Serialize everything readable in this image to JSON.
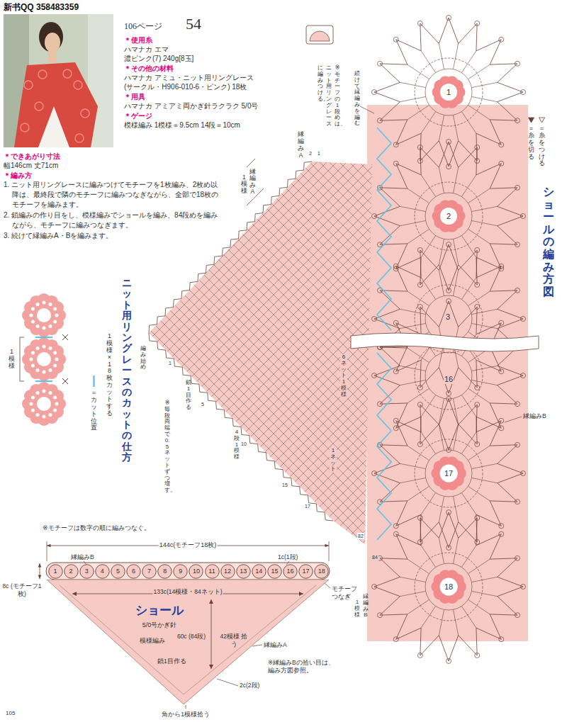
{
  "diagram": {
    "nodes": [
      {
        "text": [
          "1"
        ]
      },
      {
        "text": [
          "2"
        ]
      },
      {
        "text": [
          "17"
        ]
      },
      {
        "text": [
          "18"
        ]
      },
      {
        "text": [
          "1"
        ]
      },
      {
        "text": [
          "2"
        ]
      },
      {
        "text": [
          "3"
        ]
      },
      {
        "text": [
          "4"
        ]
      },
      {
        "text": [
          "5"
        ]
      },
      {
        "text": [
          "6"
        ]
      },
      {
        "text": [
          "7"
        ]
      },
      {
        "text": [
          "8"
        ]
      },
      {
        "text": [
          "9"
        ]
      },
      {
        "text": [
          "10"
        ]
      },
      {
        "text": [
          "11"
        ]
      },
      {
        "text": [
          "12"
        ]
      },
      {
        "text": [
          "13"
        ]
      },
      {
        "text": [
          "14"
        ]
      },
      {
        "text": [
          "15"
        ]
      },
      {
        "text": [
          "16"
        ]
      },
      {
        "text": [
          "17"
        ]
      },
      {
        "text": [
          "18"
        ]
      },
      {
        "text": [
          "ショール",
          "5/0号かぎ針",
          "模様編み"
        ]
      }
    ],
    "labels": [
      "新书QQ 358483359",
      "106ページ",
      "54",
      "＊使用糸",
      "ハマナカ エマ",
      "濃ピンク(7) 240g[8玉]",
      "＊その他の材料",
      "ハマナカ アミュ・ニット用リングレース",
      "(サークル・H906-010-6・ピンク) 18枚",
      "＊用具",
      "ハマナカ アミアミ両かぎ針ラクラク 5/0号",
      "＊ゲージ",
      "模様編み 1模様＝9.5cm 14段＝10cm",
      "＊できあがり寸法",
      "幅146cm 丈71cm",
      "＊編み方",
      "1. ニット用リングレースに編みつけてモチーフを1枚編み、2枚め以降は、最終段で隣のモチーフに編みつなぎながら、全部で18枚のモチーフを編みます。",
      "2. 鎖編みの作り目をし、模様編みでショールを編み、84段めを編みながら、モチーフに編みつなぎます。",
      "3. 続けて縁編みA・Bを編みます。",
      "※モチーフの1段めは、",
      "ニット用リングレース",
      "に編みつける。",
      "続けて縁編みを編む",
      "縁編みA",
      "2",
      "1",
      "縁編みA",
      "1模様",
      "ショールの編み方図",
      "編み始め",
      "鎖1目作る",
      "※毎段両端で0.5ネットずつ増す。",
      "6ネット1模様",
      "4段1模様",
      "1ネット",
      "5",
      "10",
      "15",
      "17",
      "1",
      "3",
      "16",
      "縁編みB",
      "82",
      "84",
      "縁編みB",
      "1模様",
      "ニット用リングレースのカットの仕方",
      "1模様×18枚カットする",
      "1模様",
      "※モチーフは数字の順に編みつなぐ。",
      "144c(モチーフ18枚)",
      "縁編みB",
      "1c(1段)",
      "8c (モチーフ1枚)",
      "133c(14模様・84ネット)",
      "モチーフつなぎ",
      "60c (84段)",
      "42模様 拾う",
      "縁編みA",
      "鎖1目作る",
      "※縁編みBの拾い目は、編み方図参照。",
      "2c(2段)",
      "角から1模様拾う",
      "105"
    ],
    "legend": [
      {
        "text": "＝糸をつける"
      },
      {
        "text": "＝糸を切る"
      },
      {
        "text": "＝カット位置"
      }
    ]
  }
}
